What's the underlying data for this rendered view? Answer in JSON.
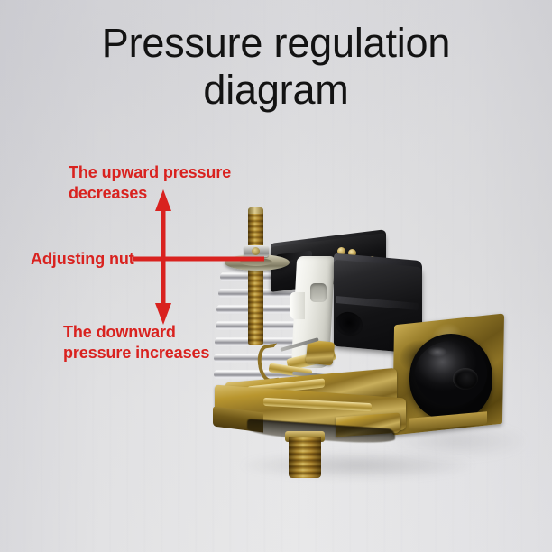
{
  "page": {
    "title": "Pressure regulation\ndiagram",
    "background_color": "#efeff0",
    "annotation_color": "#d9221f",
    "title_color": "#131313"
  },
  "annotations": {
    "upward": {
      "label": "The upward pressure\ndecreases",
      "direction": "up",
      "arrow_name": "up-arrow"
    },
    "adjusting_nut": {
      "label": "Adjusting nut",
      "leader_name": "leader-line-horizontal"
    },
    "downward": {
      "label": "The downward\npressure increases",
      "direction": "down",
      "arrow_name": "down-arrow"
    }
  },
  "product": {
    "name": "water-pump-pressure-switch",
    "parts": [
      {
        "name": "adjusting-rod",
        "label": "threaded adjusting rod",
        "color": "#c6ad62"
      },
      {
        "name": "adjusting-nut",
        "label": "adjusting nut",
        "color": "#b9b9b6"
      },
      {
        "name": "pressure-spring",
        "label": "chrome pressure spring",
        "color": "#d8d8dc"
      },
      {
        "name": "white-lever-block",
        "label": "white plastic lever block",
        "color": "#eeeee8"
      },
      {
        "name": "terminal-cover-rear",
        "label": "rear black terminal cover",
        "color": "#16161a"
      },
      {
        "name": "terminal-cover-front",
        "label": "front black terminal cover",
        "color": "#121215"
      },
      {
        "name": "base-plate",
        "label": "zinc plated brass base",
        "color": "#b9962f"
      },
      {
        "name": "mounting-bracket",
        "label": "mounting bracket plate",
        "color": "#8d7326"
      },
      {
        "name": "cable-grommet",
        "label": "black rubber cable grommet",
        "color": "#1d1d1f"
      },
      {
        "name": "inlet-port",
        "label": "threaded inlet port",
        "color": "#c4ab60"
      }
    ]
  }
}
